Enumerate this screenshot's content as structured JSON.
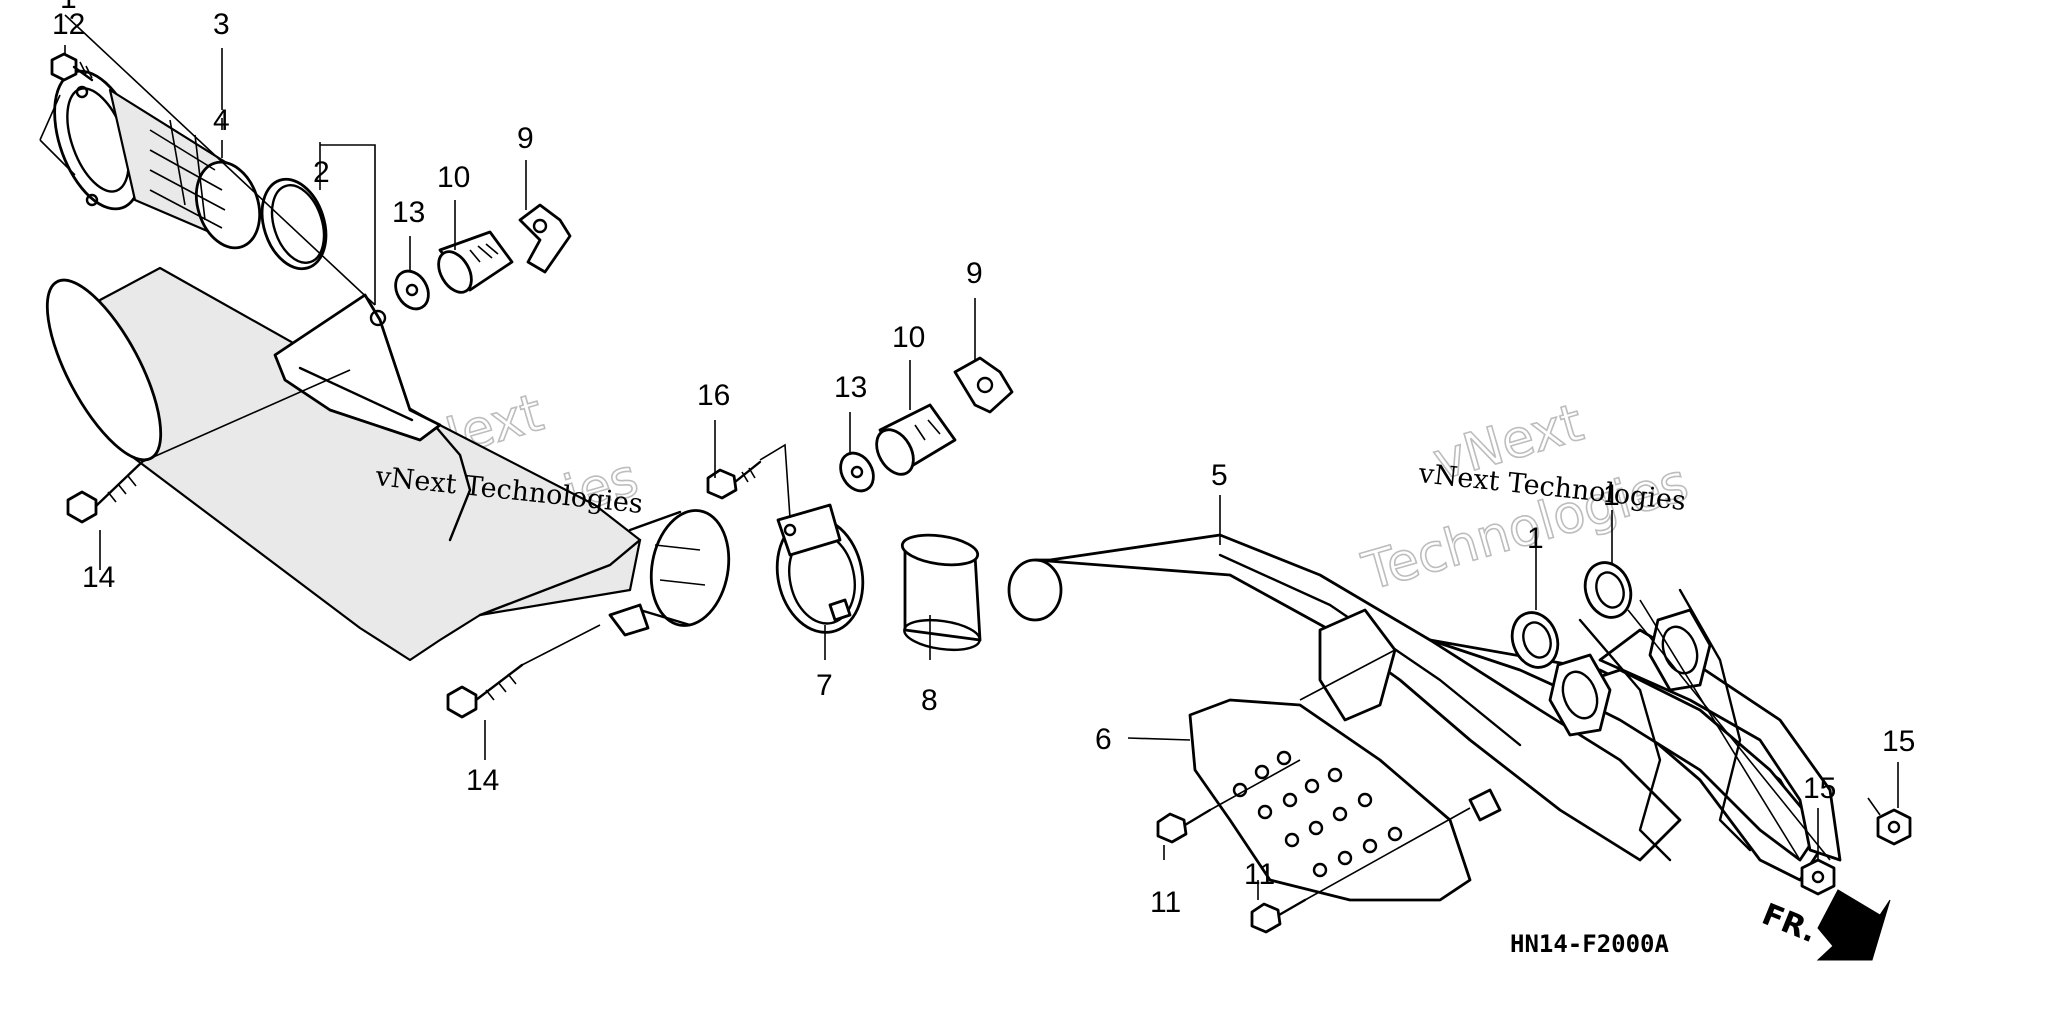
{
  "callouts": {
    "c1a": "1",
    "c1b": "1",
    "c2": "2",
    "c3": "3",
    "c4": "4",
    "c5": "5",
    "c6": "6",
    "c7": "7",
    "c8": "8",
    "c9a": "9",
    "c9b": "9",
    "c10a": "10",
    "c10b": "10",
    "c11a": "11",
    "c11b": "11",
    "c12": "12",
    "c13a": "13",
    "c13b": "13",
    "c14a": "14",
    "c14b": "14",
    "c15a": "15",
    "c15b": "15",
    "c16": "16"
  },
  "watermark": {
    "line_a": "vNext Technologies",
    "line_b": "vNext Technologies",
    "outline_top": "vNext",
    "outline_bottom": "Technologies"
  },
  "figure_ref": "HN14-F2000A",
  "direction_marker": "FR."
}
